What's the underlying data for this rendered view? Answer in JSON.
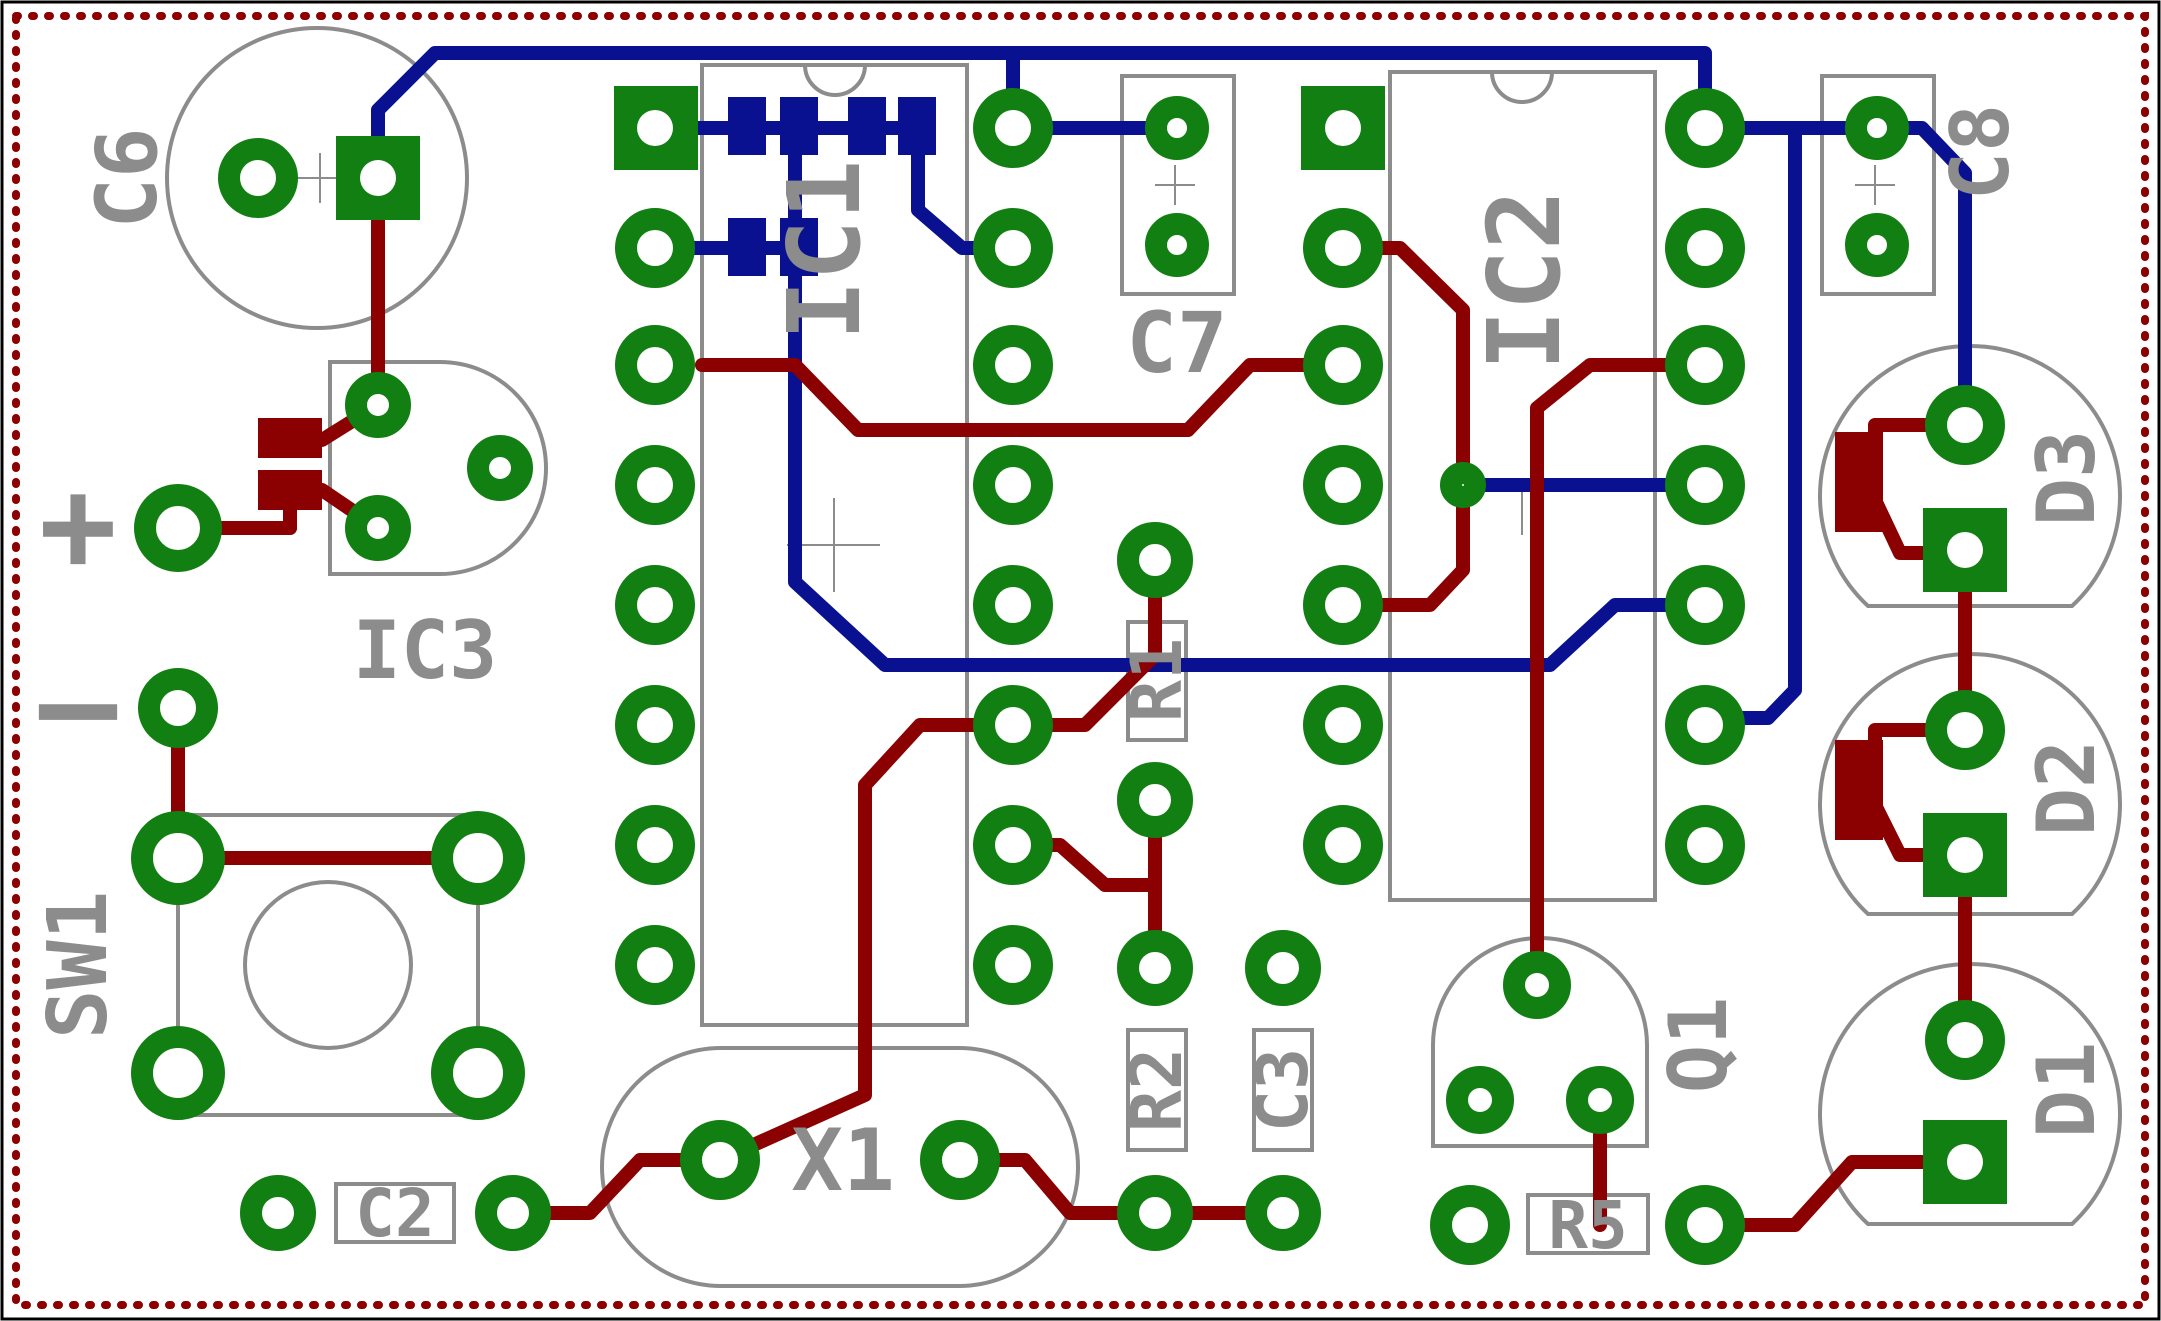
{
  "colors": {
    "pad": "#117f11",
    "top_trace": "#8b0000",
    "bottom_trace": "#0a1190",
    "silkscreen": "#8c8c8c",
    "border": "#8b0000"
  },
  "labels": {
    "c6": "C6",
    "ic1": "IC1",
    "c7": "C7",
    "ic2": "IC2",
    "c8": "C8",
    "plus": "+",
    "minus": "–",
    "ic3": "IC3",
    "sw1": "SW1",
    "r1": "R1",
    "r2": "R2",
    "c3": "C3",
    "c2": "C2",
    "x1": "X1",
    "q1": "Q1",
    "r5": "R5",
    "d1": "D1",
    "d2": "D2",
    "d3": "D3"
  }
}
